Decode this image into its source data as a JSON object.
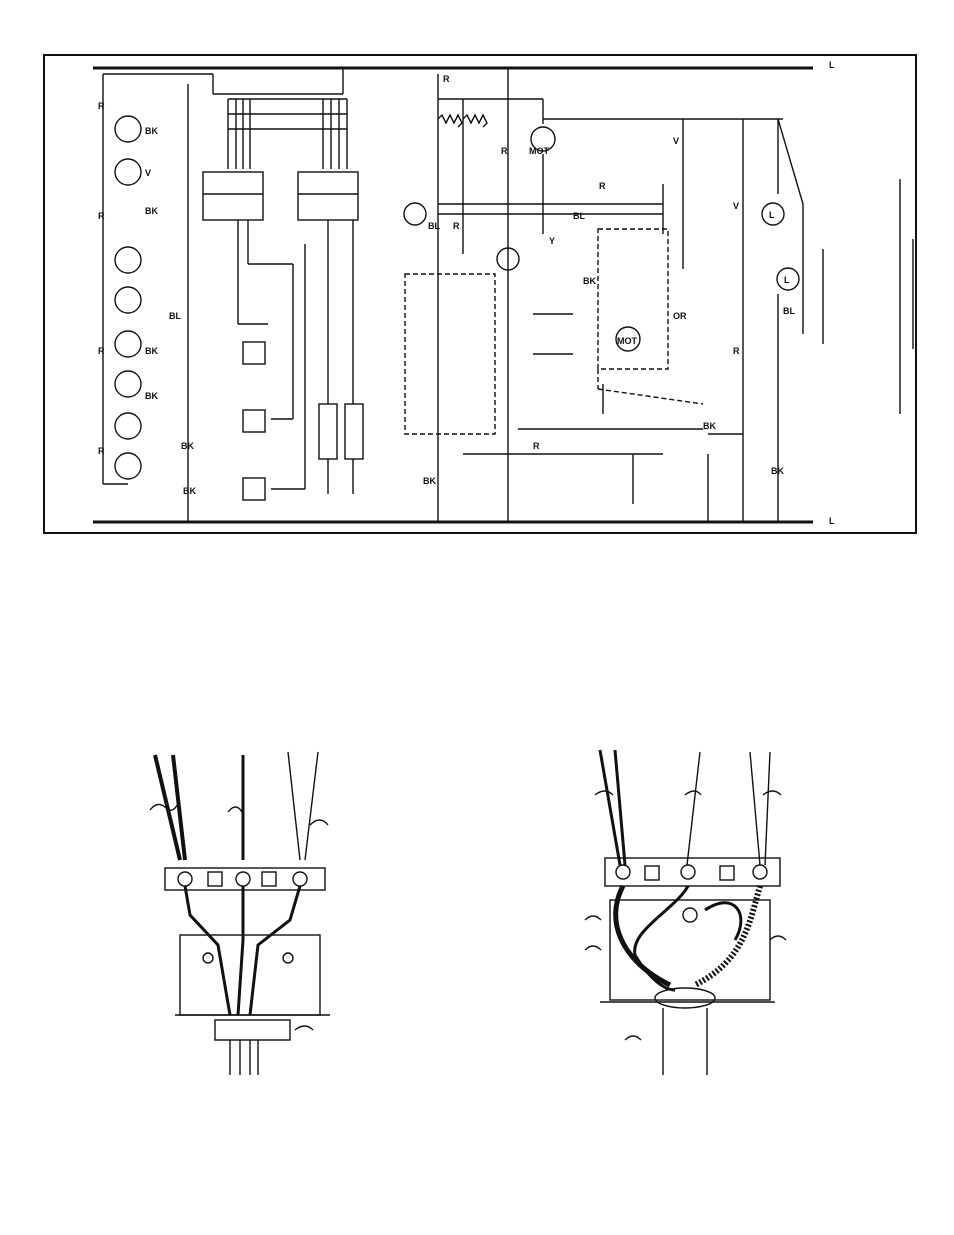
{
  "schematic": {
    "supply_top": "L",
    "supply_bottom": "L",
    "labels": {
      "r": "R",
      "bk": "BK",
      "bl": "BL",
      "v": "V",
      "y": "Y",
      "or": "OR",
      "mot": "MOT",
      "lamp": "L"
    }
  },
  "icons": {
    "element-switch": "infinite-switch-icon",
    "element": "heating-element-icon",
    "motor": "motor-icon",
    "lamp": "lamp-icon",
    "ground": "ground-icon"
  }
}
